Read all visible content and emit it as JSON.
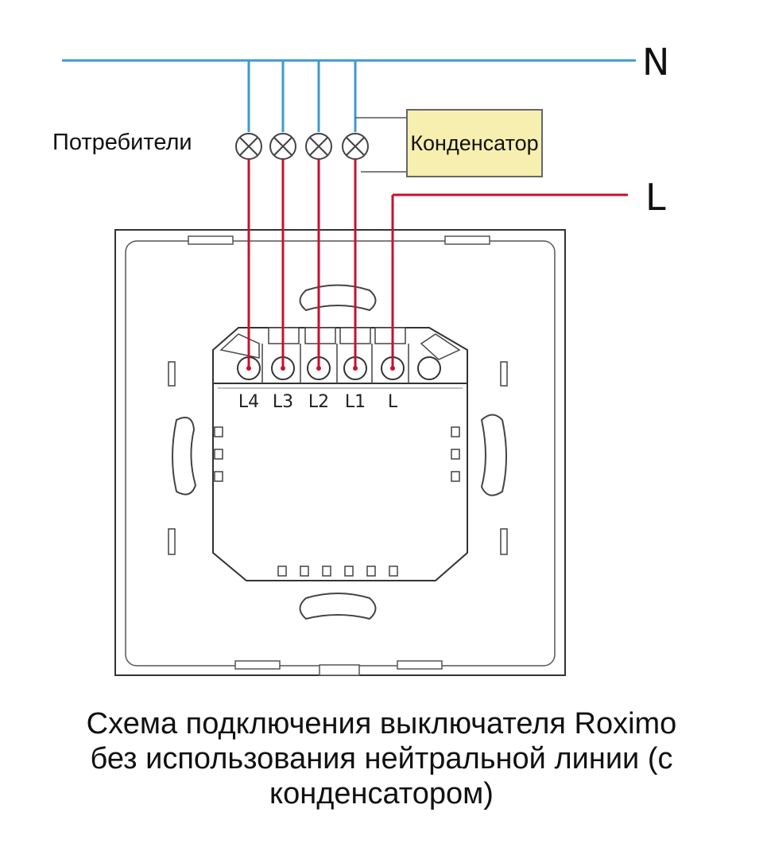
{
  "bus": {
    "neutral_label": "N",
    "live_label": "L"
  },
  "consumers_label": "Потребители",
  "capacitor_label": "Конденсатор",
  "terminals": [
    "L4",
    "L3",
    "L2",
    "L1",
    "L"
  ],
  "colors": {
    "neutral_wire": "#3d9ad1",
    "live_wire": "#c8102e",
    "capacitor_fill": "#f7efb0",
    "outline": "#333333",
    "panel_fill": "#ffffff"
  },
  "caption": {
    "line1": "Схема подключения выключателя Roximo",
    "line2": "без использования нейтральной линии (с",
    "line3": "конденсатором)"
  }
}
